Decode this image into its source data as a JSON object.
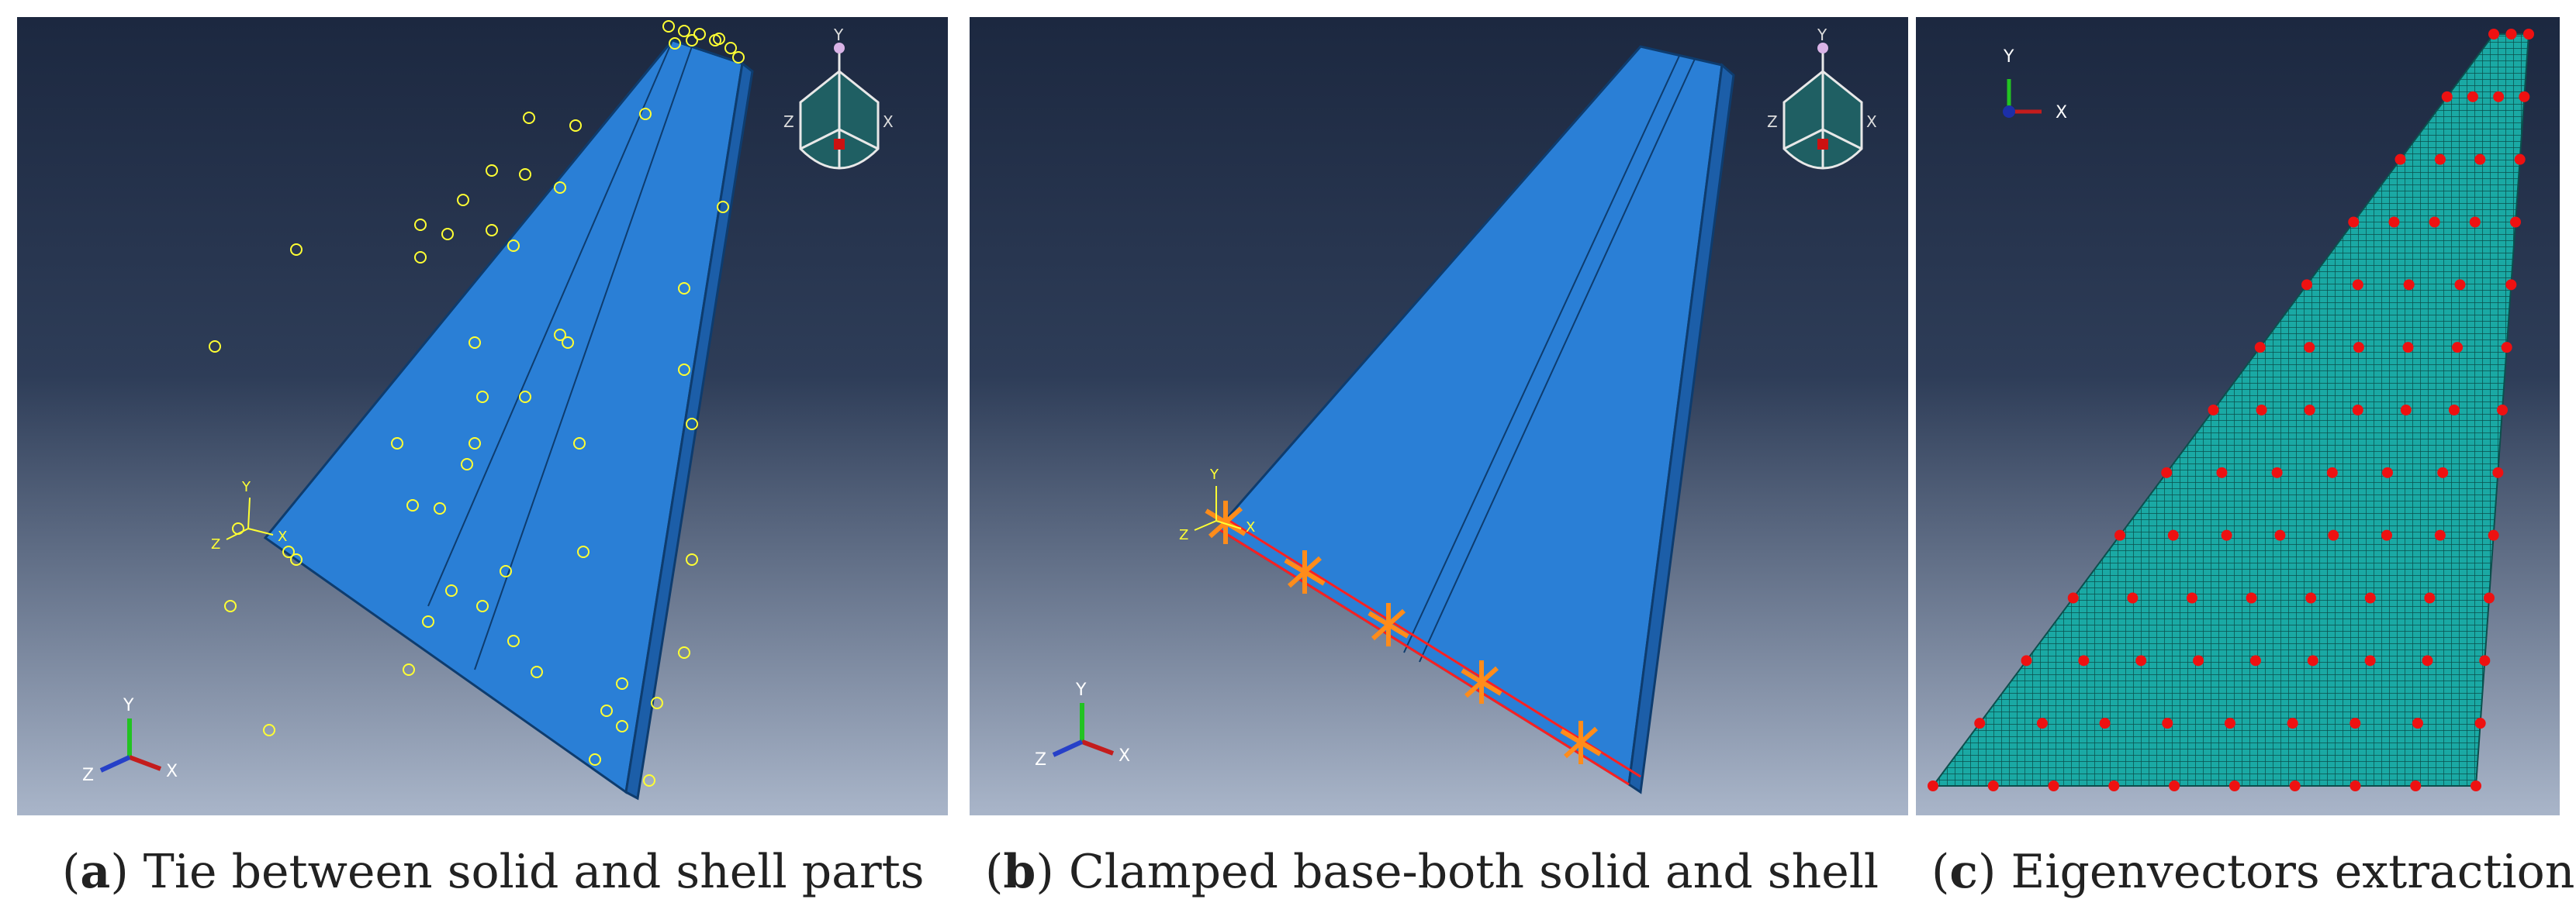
{
  "panels": [
    {
      "id": "a",
      "letter": "a",
      "caption": "Tie between solid and shell parts",
      "triad": {
        "x": "X",
        "y": "Y",
        "z": "Z"
      },
      "view_cube": {
        "x": "X",
        "y": "Y",
        "z": "Z"
      },
      "origin_triad": {
        "x": "X",
        "y": "Y",
        "z": "Z"
      }
    },
    {
      "id": "b",
      "letter": "b",
      "caption": "Clamped base-both solid and shell",
      "triad": {
        "x": "X",
        "y": "Y",
        "z": "Z"
      },
      "view_cube": {
        "x": "X",
        "y": "Y",
        "z": "Z"
      },
      "origin_triad": {
        "x": "X",
        "y": "Y",
        "z": "Z"
      }
    },
    {
      "id": "c",
      "letter": "c",
      "caption": "Eigenvectors extraction",
      "triad": {
        "x": "X",
        "y": "Y"
      }
    }
  ],
  "colors": {
    "bg_top": "#1c2840",
    "bg_bottom": "#a9b5c9",
    "part_blue": "#2a7fd6",
    "part_edge": "#15508c",
    "tie_marker": "#ffff33",
    "bc_marker": "#ff8c1a",
    "clamp_line": "#ff2020",
    "mesh_teal": "#1aa9a4",
    "node_red": "#ee1111"
  }
}
